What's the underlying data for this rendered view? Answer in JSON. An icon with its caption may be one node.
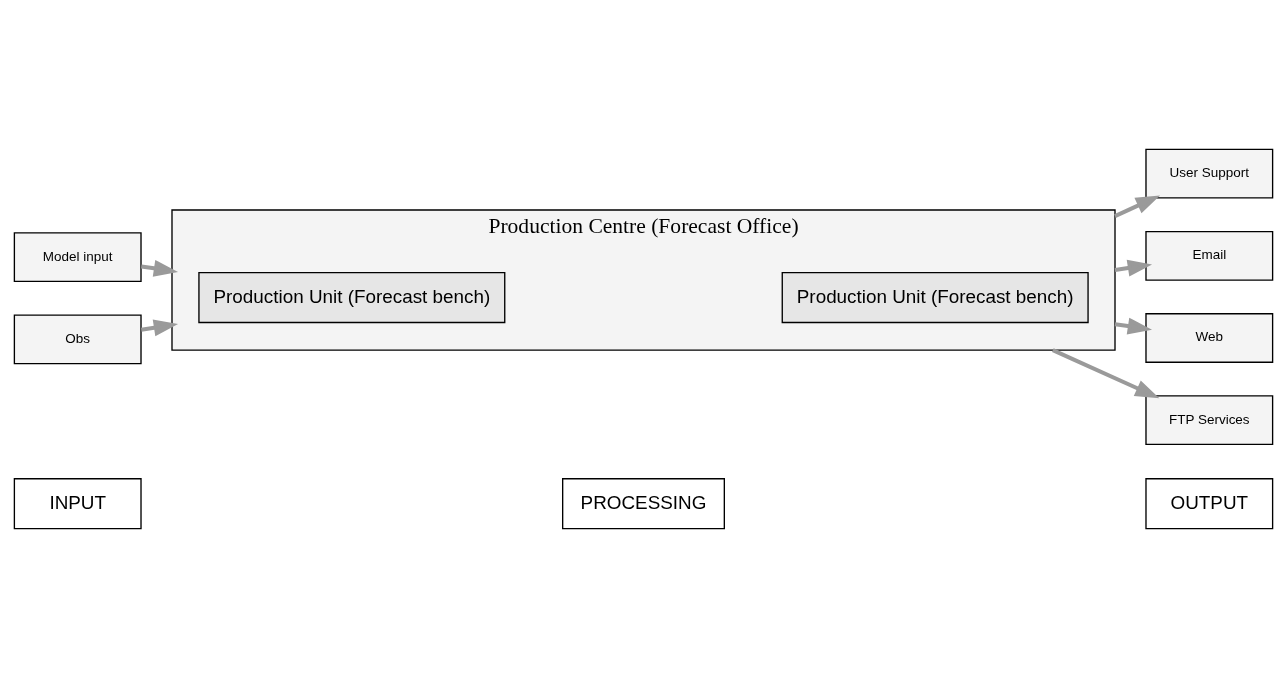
{
  "diagram": {
    "nodes": [
      {
        "text": [
          "INPUT"
        ]
      },
      {
        "text": [
          "PROCESSING"
        ]
      },
      {
        "text": [
          "OUTPUT"
        ]
      },
      {
        "text": [
          "Model input"
        ]
      },
      {
        "text": [
          "Obs"
        ]
      },
      {
        "text": [
          "Production Centre (Forecast Office)"
        ]
      },
      {
        "text": [
          "Production Unit (Forecast bench)"
        ],
        "in": 5
      },
      {
        "text": [
          "Production Unit (Forecast bench)"
        ],
        "in": 5
      },
      {
        "text": [
          "User Support"
        ]
      },
      {
        "text": [
          "Email"
        ]
      },
      {
        "text": [
          "Web"
        ]
      },
      {
        "text": [
          "FTP Services"
        ]
      }
    ],
    "edges": [
      {
        "from": 3,
        "to": 5,
        "arrow": "to"
      },
      {
        "from": 4,
        "to": 5,
        "arrow": "to"
      },
      {
        "from": 5,
        "to": 8,
        "arrow": "to"
      },
      {
        "from": 5,
        "to": 9,
        "arrow": "to"
      },
      {
        "from": 5,
        "to": 10,
        "arrow": "to"
      },
      {
        "from": 5,
        "to": 11,
        "arrow": "to"
      }
    ]
  }
}
